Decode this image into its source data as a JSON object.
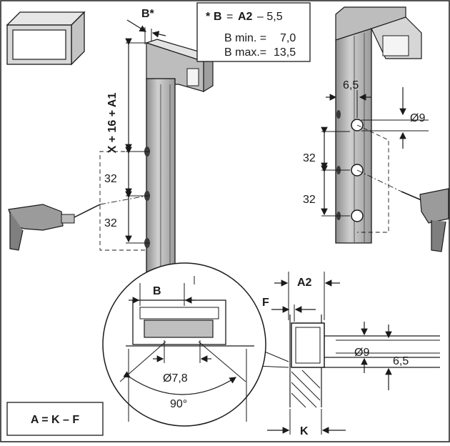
{
  "formula_box": {
    "title_b": "B",
    "title_eq": "=",
    "title_a2": "A2",
    "title_rest": "– 5,5",
    "asterisk": "*",
    "bmin_label": "B min. =",
    "bmin_value": "7,0",
    "bmax_label": "B max.=",
    "bmax_value": "13,5"
  },
  "left_view": {
    "b_star": "B*",
    "height_formula": "X + 16 + A1",
    "spacing_top": "32",
    "spacing_bottom": "32"
  },
  "right_view": {
    "offset": "6,5",
    "hole_diameter": "Ø9",
    "spacing_top": "32",
    "spacing_bottom": "32"
  },
  "detail_circle": {
    "b_label": "B",
    "hole_diameter": "Ø7,8",
    "angle": "90°"
  },
  "section_view": {
    "a2_label": "A2",
    "f_label": "F",
    "hole_diameter": "Ø9",
    "offset": "6,5",
    "k_label": "K"
  },
  "equation_box": {
    "text": "A = K – F"
  }
}
